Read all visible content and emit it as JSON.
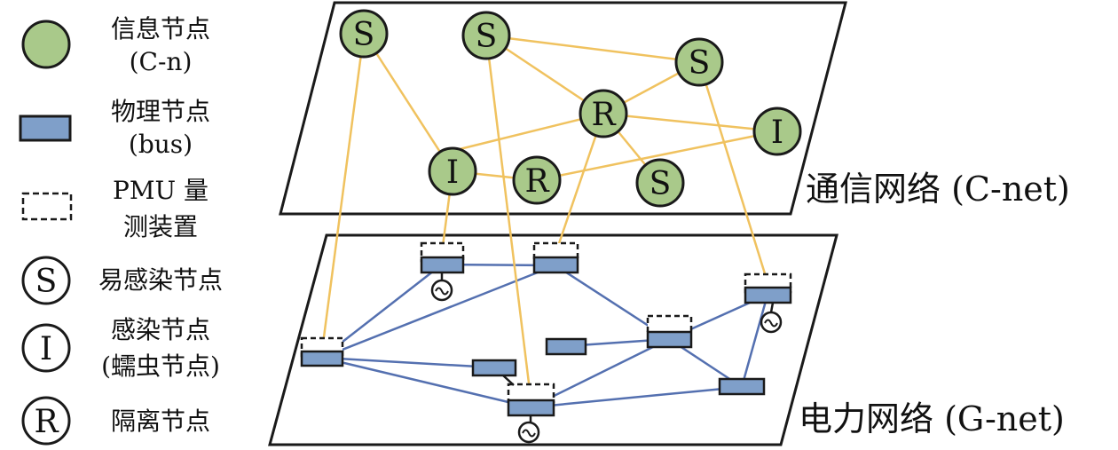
{
  "legend": {
    "info_node": {
      "line1": "信息节点",
      "line2": "(C-n)",
      "color": "#a9c98a"
    },
    "physical_node": {
      "line1": "物理节点",
      "line2": "(bus)",
      "color": "#7f9fc9"
    },
    "pmu": {
      "line1": "PMU 量",
      "line2": "测装置"
    },
    "susceptible": {
      "letter": "S",
      "label": "易感染节点"
    },
    "infected": {
      "letter": "I",
      "line1": "感染节点",
      "line2": "(蠕虫节点)"
    },
    "isolated": {
      "letter": "R",
      "label": "隔离节点"
    }
  },
  "layers": {
    "comm_label": "通信网络 (C-net)",
    "power_label": "电力网络 (G-net)"
  },
  "comm_nodes": [
    {
      "id": "s1",
      "letter": "S"
    },
    {
      "id": "s2",
      "letter": "S"
    },
    {
      "id": "s3",
      "letter": "S"
    },
    {
      "id": "r1",
      "letter": "R"
    },
    {
      "id": "i1",
      "letter": "I"
    },
    {
      "id": "i2",
      "letter": "I"
    },
    {
      "id": "r2",
      "letter": "R"
    },
    {
      "id": "s4",
      "letter": "S"
    }
  ],
  "colors": {
    "comm_edge": "#f0c25f",
    "power_edge": "#5470b0",
    "node_fill": "#a9c98a",
    "bus_fill": "#7f9fc9",
    "stroke": "#1a1a1a"
  }
}
